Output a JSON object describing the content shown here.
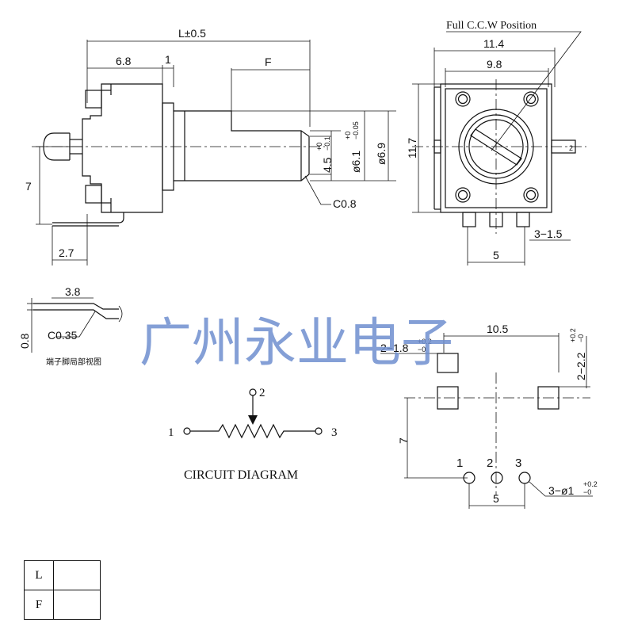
{
  "dims": {
    "L": "L±0.5",
    "d68": "6.8",
    "d1": "1",
    "F": "F",
    "d45": "4.5",
    "d45_tol_up": "+0",
    "d45_tol_dn": "−0.1",
    "d61": "ø6.1",
    "d61_tol_up": "+0",
    "d61_tol_dn": "−0.05",
    "d69": "ø6.9",
    "c08": "C0.8",
    "d7": "7",
    "d27": "2.7",
    "d114": "11.4",
    "d98": "9.8",
    "d117": "11.7",
    "d2": "2",
    "d3_15": "3−1.5",
    "d5_top": "5",
    "ccw": "Full C.C.W Position",
    "d38": "3.8",
    "d08": "0.8",
    "c035": "C0.35",
    "terminal_caption": "端子脚局部视图",
    "d105": "10.5",
    "d2_18": "2−1.8",
    "d2_18_tol_up": "+0.2",
    "d2_18_tol_dn": "−0",
    "d2_22": "2−2.2",
    "d2_22_tol_up": "+0.2",
    "d2_22_tol_dn": "−0",
    "d7_pcb": "7",
    "d5_pcb": "5",
    "d3_phi1": "3−ø1",
    "d3_phi1_tol_up": "+0.2",
    "d3_phi1_tol_dn": "−0"
  },
  "circuit": {
    "pin1": "1",
    "pin2": "2",
    "pin3": "3",
    "title": "CIRCUIT DIAGRAM"
  },
  "pcb_pins": [
    "1",
    "2",
    "3"
  ],
  "watermark": "广州永业电子",
  "table": [
    {
      "key": "L",
      "value": ""
    },
    {
      "key": "F",
      "value": ""
    }
  ],
  "colors": {
    "line": "#111111",
    "watermark": "#6f8fcf"
  }
}
